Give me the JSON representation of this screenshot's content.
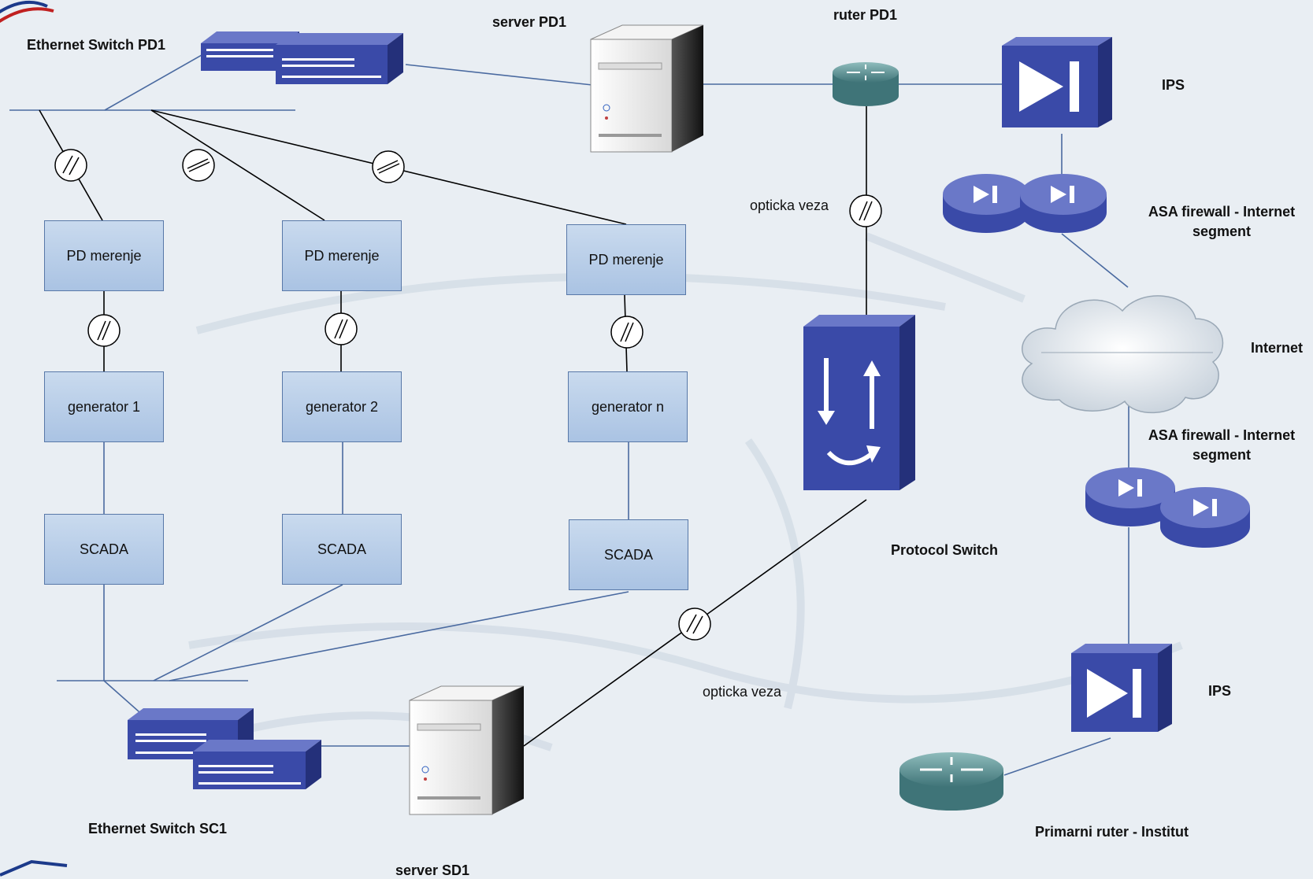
{
  "labels": {
    "ethernet_switch_pd1": "Ethernet Switch PD1",
    "server_pd1": "server PD1",
    "ruter_pd1": "ruter PD1",
    "ips_top": "IPS",
    "asa_top": "ASA firewall - Internet segment",
    "optical_top": "opticka veza",
    "internet": "Internet",
    "asa_bottom": "ASA firewall - Internet segment",
    "protocol_switch": "Protocol Switch",
    "optical_bottom": "opticka veza",
    "ips_bottom": "IPS",
    "ethernet_switch_sc1": "Ethernet Switch SC1",
    "primarni_ruter": "Primarni ruter - Institut",
    "server_sd1": "server SD1"
  },
  "boxes": {
    "pd_merenje": [
      "PD merenje",
      "PD merenje",
      "PD merenje"
    ],
    "generators": [
      "generator 1",
      "generator 2",
      "generator n"
    ],
    "scada": [
      "SCADA",
      "SCADA",
      "SCADA"
    ]
  },
  "colors": {
    "device_blue": "#3a4aa8",
    "device_blue_dark": "#24307a",
    "router_teal": "#4f8a8e",
    "box_fill": "#b4cbe8",
    "box_border": "#5878a8",
    "line": "#000000",
    "link_blue": "#4a6aa0"
  },
  "icons": {
    "switch": "ethernet-switch-icon",
    "server": "server-tower-icon",
    "router": "router-icon",
    "ips": "ips-appliance-icon",
    "firewall": "asa-firewall-icon",
    "cloud": "internet-cloud-icon",
    "protocol_switch": "protocol-switch-icon",
    "optical": "optical-link-icon"
  }
}
